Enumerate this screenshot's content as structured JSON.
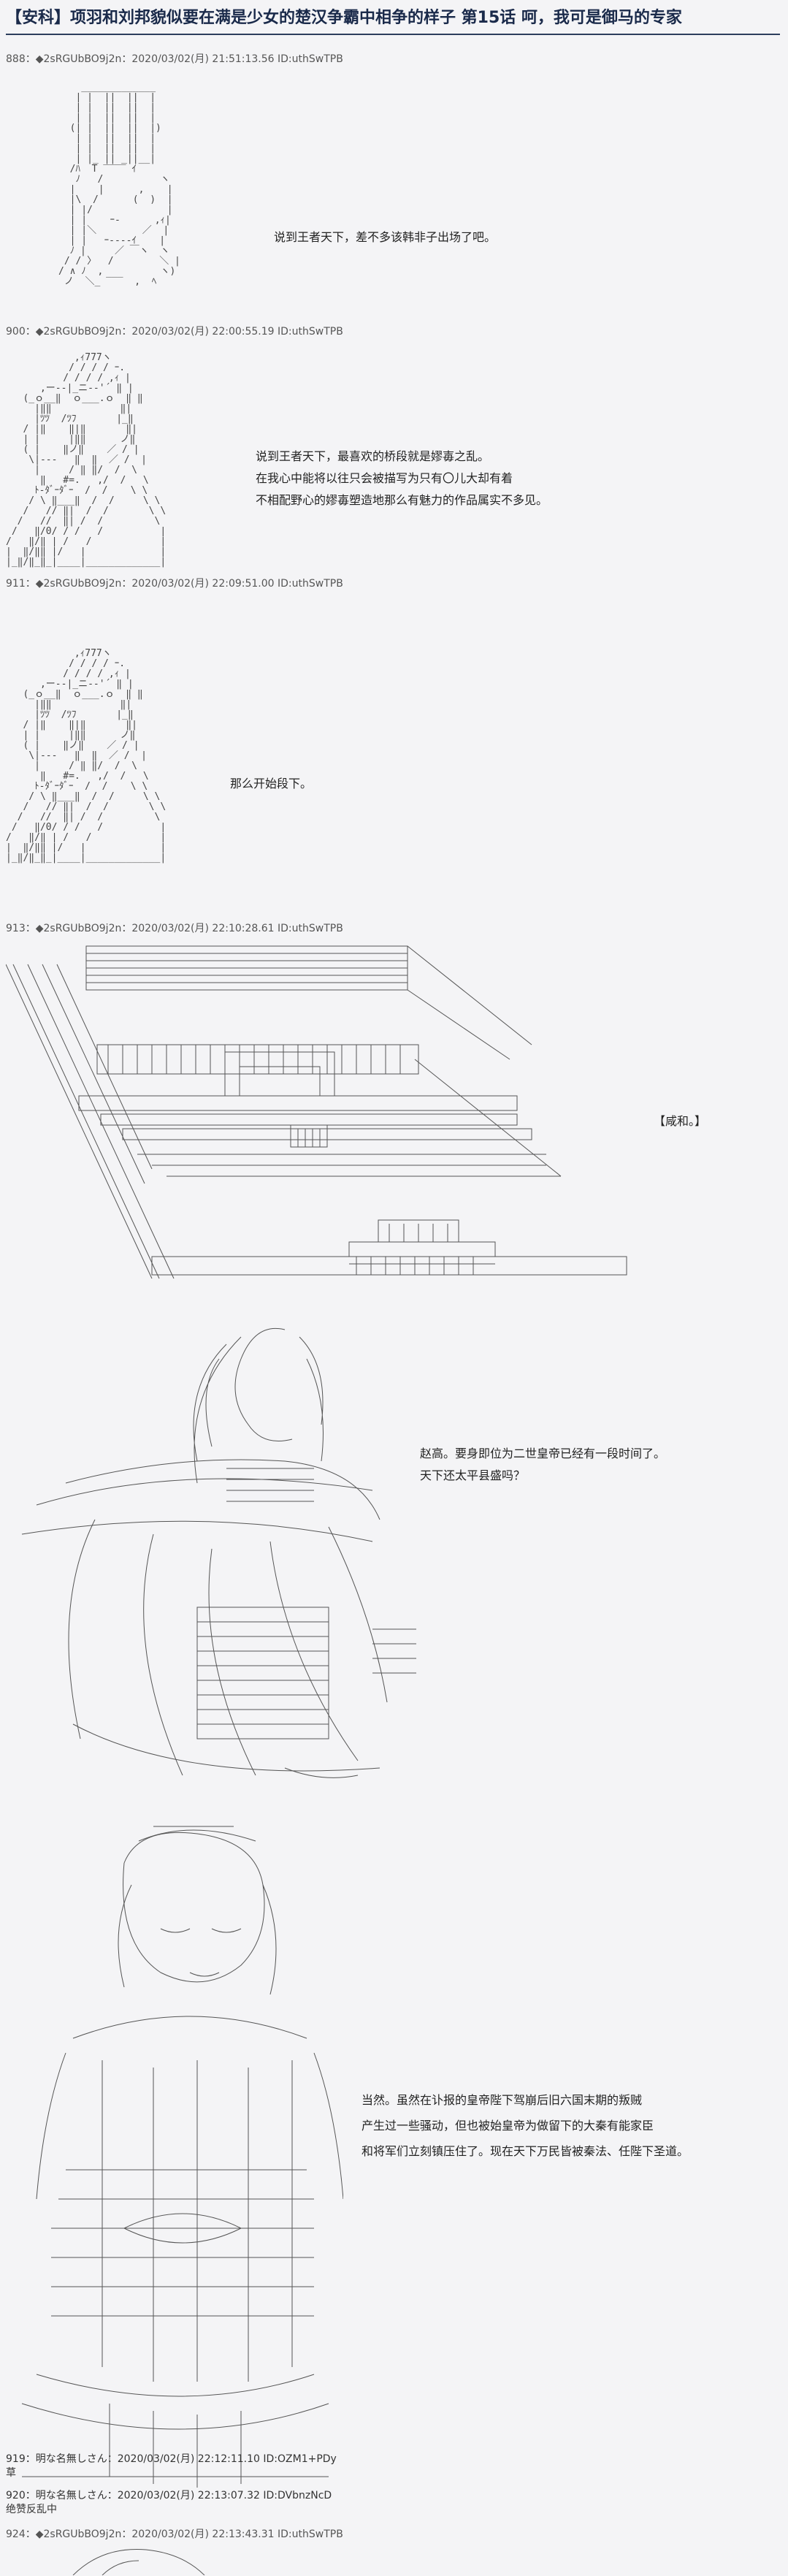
{
  "page_title": "【安科】项羽和刘邦貌似要在满是少女的楚汉争霸中相争的样子 第15话 呵，我可是御马的专家",
  "posts": [
    {
      "header": "888：◆2sRGUbBO9j2n：2020/03/02(月) 21:51:13.56 ID:uthSwTPB",
      "lines": [
        "说到王者天下，差不多该韩非子出场了吧。"
      ]
    },
    {
      "header": "900：◆2sRGUbBO9j2n：2020/03/02(月) 22:00:55.19 ID:uthSwTPB",
      "lines": [
        "说到王者天下，最喜欢的桥段就是嫪毐之乱。",
        "在我心中能将以往只会被描写为只有〇儿大却有着",
        "不相配野心的嫪毐塑造地那么有魅力的作品属实不多见。"
      ]
    },
    {
      "header": "911：◆2sRGUbBO9j2n：2020/03/02(月) 22:09:51.00 ID:uthSwTPB",
      "lines": [
        "那么开始段下。"
      ]
    },
    {
      "header": "913：◆2sRGUbBO9j2n：2020/03/02(月) 22:10:28.61 ID:uthSwTPB",
      "lines": [
        "【咸和。】"
      ]
    }
  ],
  "scene2": {
    "lines": [
      "赵高。要身即位为二世皇帝已经有一段时间了。",
      "天下还太平县盛吗？"
    ]
  },
  "scene3": {
    "lines": [
      "当然。虽然在讣报的皇帝陛下驾崩后旧六国末期的叛贼",
      "产生过一些骚动，但也被始皇帝为做留下的大秦有能家臣",
      "和将军们立刻镇压住了。现在天下万民皆被秦法、任陛下圣道。"
    ]
  },
  "comments": [
    {
      "header": "919：明な名無しさん：2020/03/02(月) 22:12:11.10 ID:OZM1+PDy",
      "body": "草"
    },
    {
      "header": "920：明な名無しさん：2020/03/02(月) 22:13:07.32 ID:DVbnzNcD",
      "body": "绝赞反乱中"
    },
    {
      "header": "924：◆2sRGUbBO9j2n：2020/03/02(月) 22:13:43.31 ID:uthSwTPB",
      "body": ""
    }
  ]
}
